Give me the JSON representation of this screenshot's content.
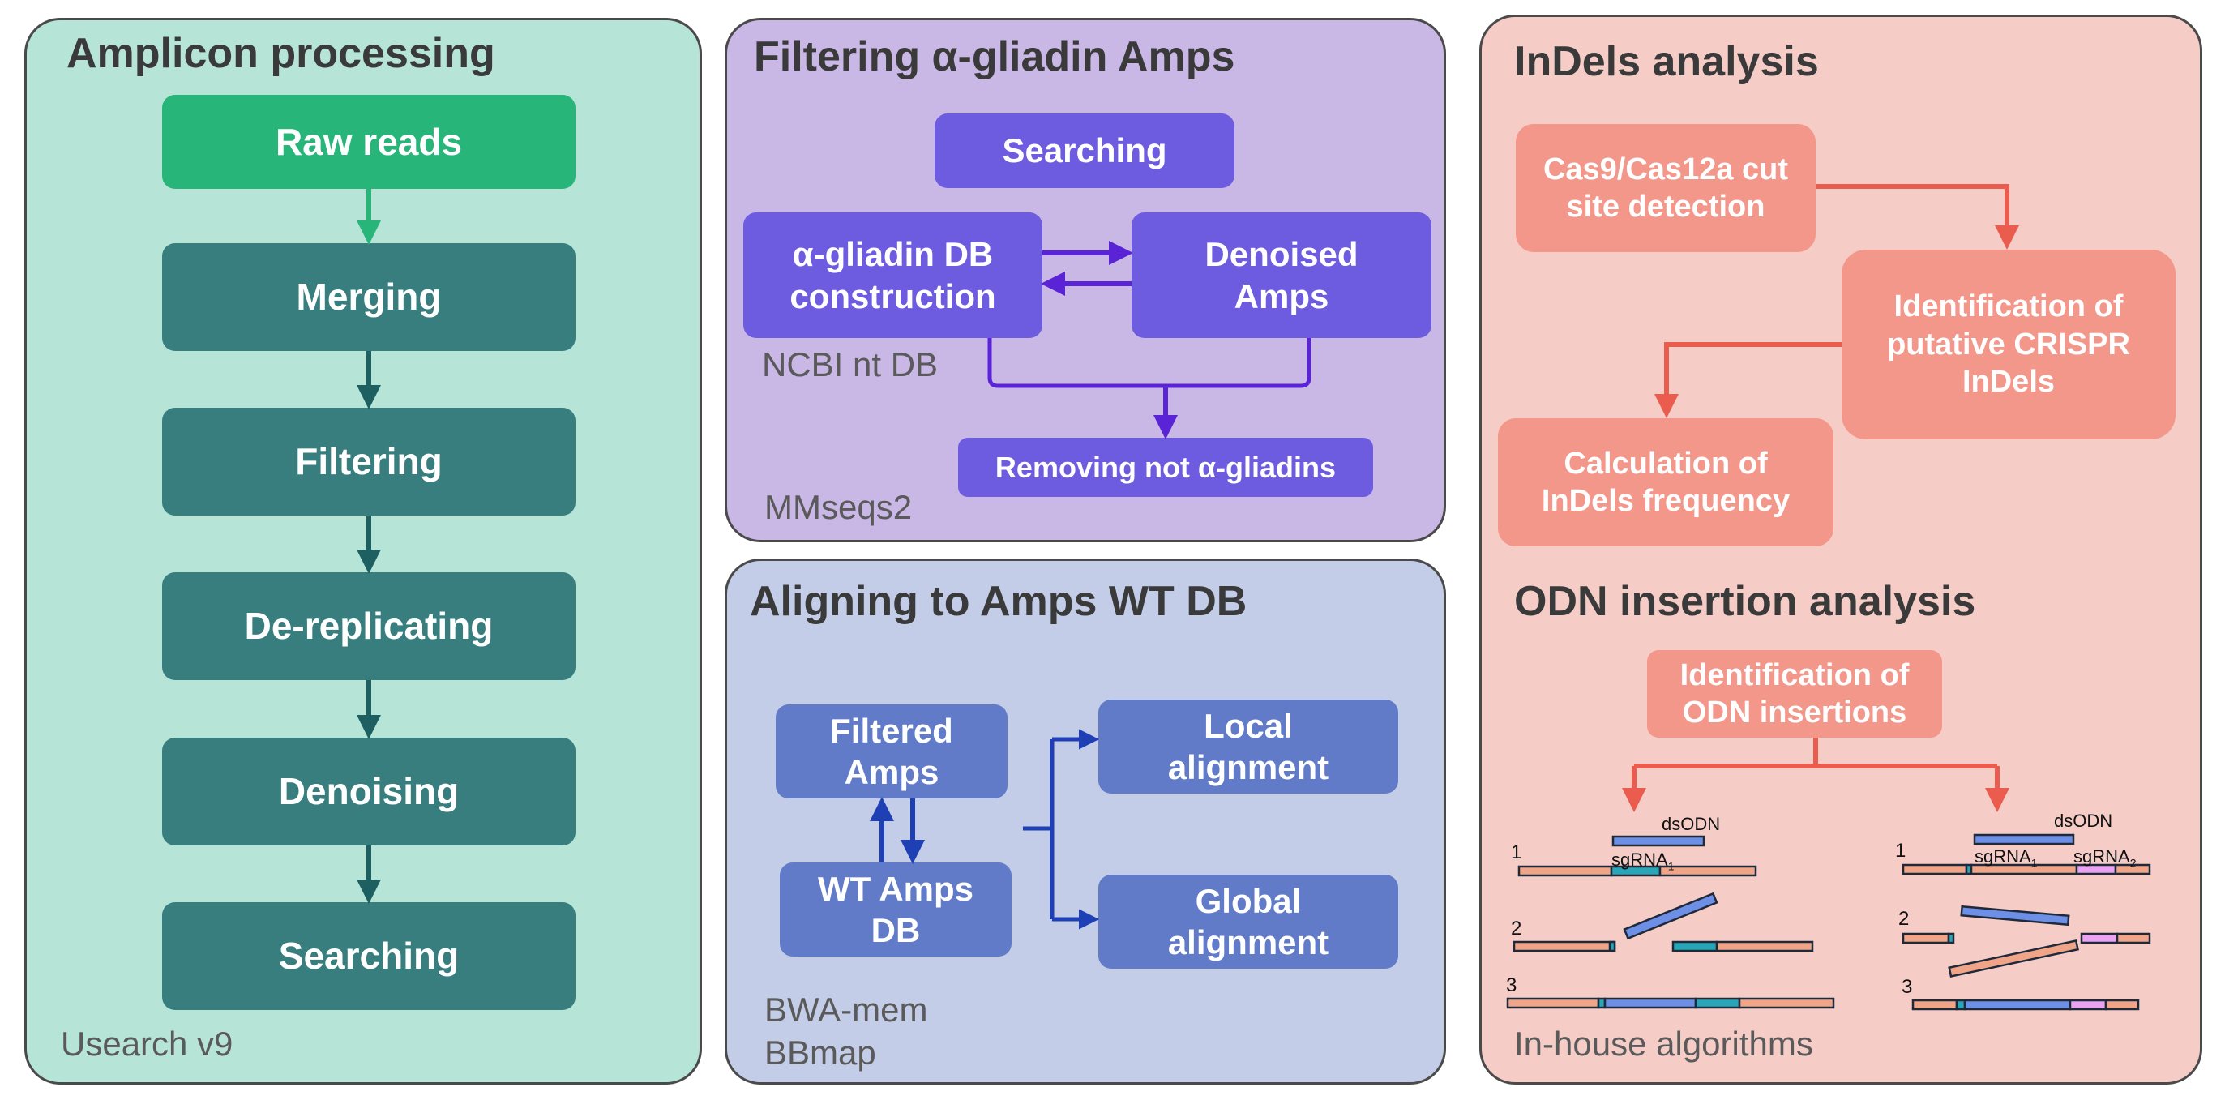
{
  "panels": {
    "amplicon": {
      "title": "Amplicon processing",
      "steps": [
        "Raw reads",
        "Merging",
        "Filtering",
        "De-replicating",
        "Denoising",
        "Searching"
      ],
      "tool": "Usearch v9",
      "colors": {
        "bg": "#b6e4d7",
        "first": "#27b57a",
        "box": "#387e7f",
        "arrow_first": "#27b57a",
        "arrow": "#1e5f61"
      }
    },
    "filtering": {
      "title": "Filtering α-gliadin Amps",
      "searching": "Searching",
      "db_construction": "α-gliadin DB\nconstruction",
      "denoised": "Denoised\nAmps",
      "ncbi": "NCBI nt DB",
      "removing": "Removing not α-gliadins",
      "tool": "MMseqs2",
      "colors": {
        "bg": "#c9b7e6",
        "box": "#6d5ce0",
        "arrow": "#5b23d6"
      }
    },
    "aligning": {
      "title": "Aligning to Amps WT DB",
      "filtered": "Filtered\nAmps",
      "wt_db": "WT Amps\nDB",
      "local": "Local\nalignment",
      "global": "Global\nalignment",
      "tool": "BWA-mem\nBBmap",
      "colors": {
        "bg": "#c3cde8",
        "box": "#617bc8",
        "arrow": "#1f3fb5"
      }
    },
    "indels": {
      "title": "InDels analysis",
      "cut_site": "Cas9/Cas12a cut\nsite detection",
      "identification": "Identification of\nputative CRISPR\nInDels",
      "calculation": "Calculation of\nInDels frequency",
      "odn_title": "ODN insertion analysis",
      "odn_identification": "Identification of\nODN insertions",
      "tool": "In-house algorithms",
      "schematic": {
        "left": {
          "dsodn": "dsODN",
          "sgrna": "sgRNA",
          "sgrna_sub": "1",
          "rows": [
            "1",
            "2",
            "3"
          ]
        },
        "right": {
          "dsodn": "dsODN",
          "sgrna1": "sgRNA",
          "sgrna1_sub": "1",
          "sgrna2": "sgRNA",
          "sgrna2_sub": "2",
          "rows": [
            "1",
            "2",
            "3"
          ]
        }
      },
      "colors": {
        "bg": "#f6ccc7",
        "box": "#f2978a",
        "arrow": "#ea5d4e",
        "salmon": "#f0a488",
        "teal": "#28a6b8",
        "blue": "#6d8fe6",
        "pink": "#e9a3f0"
      }
    }
  }
}
